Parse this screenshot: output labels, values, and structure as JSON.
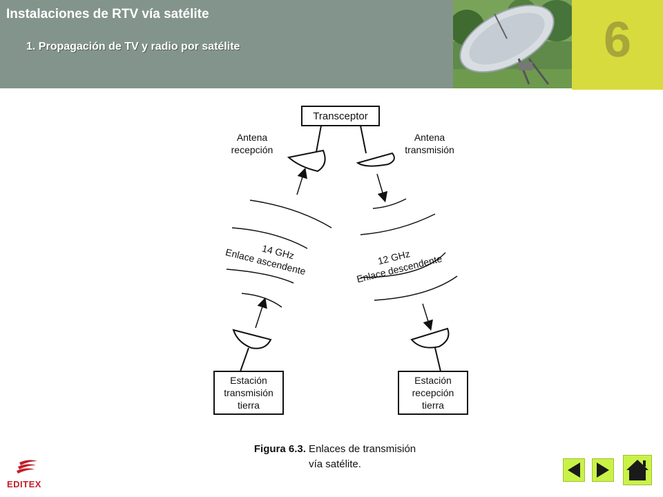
{
  "header": {
    "title": "Instalaciones de RTV vía satélite",
    "subtitle": "1.   Propagación de TV y radio por satélite",
    "chapter_number": "6"
  },
  "diagram": {
    "transceptor": "Transceptor",
    "antena_recepcion": [
      "Antena",
      "recepción"
    ],
    "antena_transmision": [
      "Antena",
      "transmisión"
    ],
    "uplink_freq": "14 GHz",
    "uplink_label": "Enlace ascendente",
    "downlink_freq": "12 GHz",
    "downlink_label": "Enlace descendente",
    "station_tx": [
      "Estación",
      "transmisión",
      "tierra"
    ],
    "station_rx": [
      "Estación",
      "recepción",
      "tierra"
    ]
  },
  "caption": {
    "bold": "Figura 6.3.",
    "line1": " Enlaces de transmisión",
    "line2": "vía satélite."
  },
  "footer": {
    "logo_text": "EDITEX"
  }
}
